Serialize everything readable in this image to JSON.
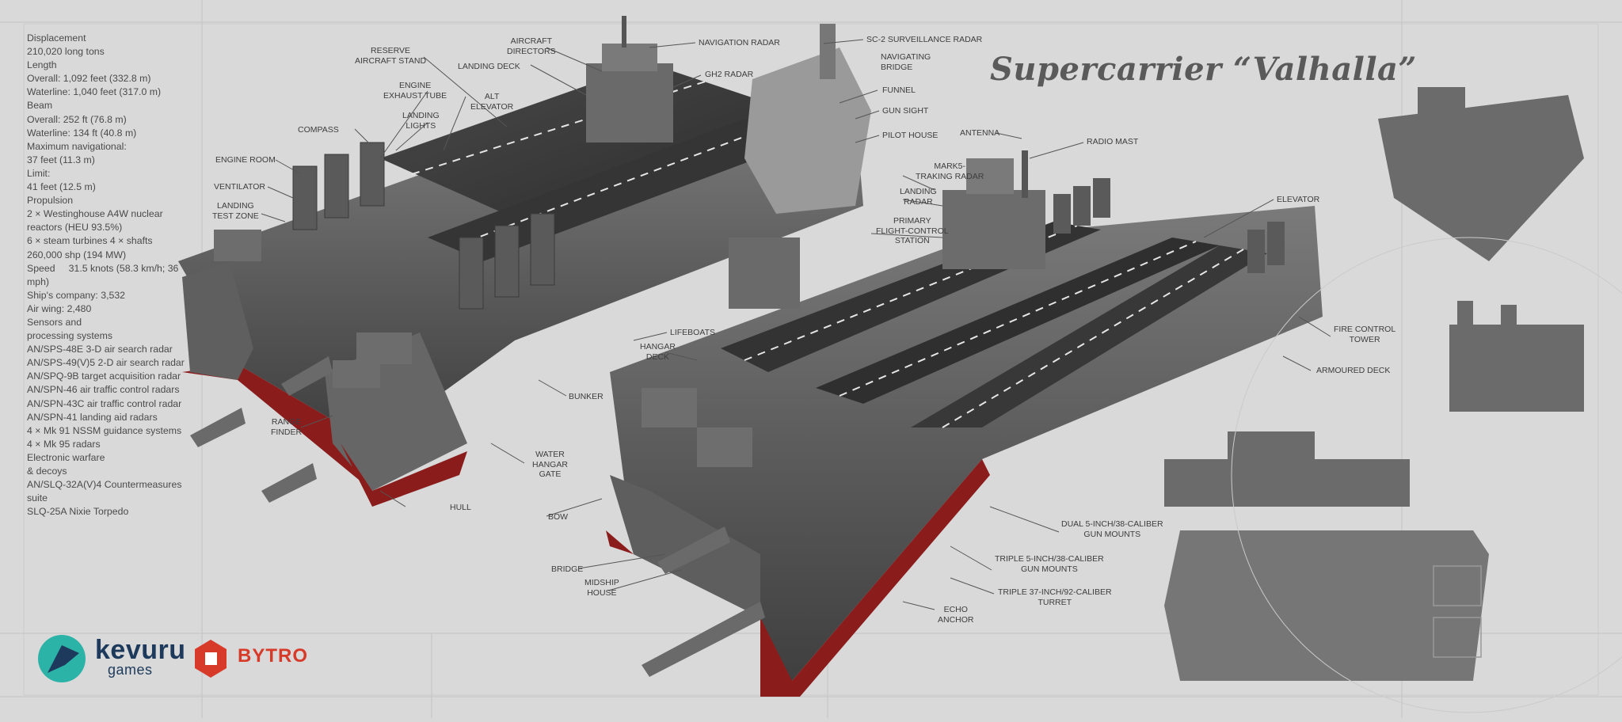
{
  "title": "Supercarrier “Valhalla”",
  "specs": [
    "Displacement",
    "210,020 long tons",
    "Length",
    "Overall: 1,092 feet (332.8 m)",
    "Waterline: 1,040 feet (317.0 m)",
    "Beam",
    "Overall: 252 ft (76.8 m)",
    "Waterline: 134 ft (40.8 m)",
    "Maximum navigational:",
    "37 feet (11.3 m)",
    "Limit:",
    "41 feet (12.5 m)",
    "Propulsion",
    "2 × Westinghouse A4W nuclear",
    "reactors (HEU 93.5%)",
    "6 × steam turbines 4 × shafts",
    "260,000 shp (194 MW)",
    "Speed     31.5 knots (58.3 km/h; 36",
    "mph)",
    "Ship's company: 3,532",
    "Air wing: 2,480",
    "Sensors and",
    "processing systems",
    "AN/SPS-48E 3-D air search radar",
    "AN/SPS-49(V)5 2-D air search radar",
    "AN/SPQ-9B target acquisition radar",
    "AN/SPN-46 air traffic control radars",
    "AN/SPN-43C air traffic control radar",
    "AN/SPN-41 landing aid radars",
    "4 × Mk 91 NSSM guidance systems",
    "4 × Mk 95 radars",
    "Electronic warfare",
    "& decoys",
    "AN/SLQ-32A(V)4 Countermeasures",
    "suite",
    "SLQ-25A Nixie Torpedo"
  ],
  "callouts": {
    "reserve_aircraft_stand": "RESERVE\nAIRCRAFT STAND",
    "aircraft_directors": "AIRCRAFT\nDIRECTORS",
    "landing_deck": "LANDING DECK",
    "navigation_radar": "NAVIGATION RADAR",
    "sc2_radar": "SC-2 SURVEILLANCE RADAR",
    "engine_exhaust_tube": "ENGINE\nEXHAUST TUBE",
    "alt_elevator": "ALT\nELEVATOR",
    "gh2_radar": "gH2 RADAR",
    "navigating_bridge": "NAVIGATING\nBRIDGE",
    "landing_lights": "LANDING\nLIGHTS",
    "funnel": "FUNNEL",
    "compass": "COMPASS",
    "gun_sight": "GUN SIGHT",
    "pilot_house": "PILOT HOUSE",
    "antenna": "ANTENNA",
    "radio_mast": "RADIO MAST",
    "engine_room": "ENGINE ROOM",
    "mark5_radar": "MARK5-\nTRAKING RADAR",
    "ventilator": "VENTILATOR",
    "landing_radar": "LANDING\nRADAR",
    "landing_test_zone": "LANDING\nTEST ZONE",
    "primary_flight_control": "PRIMARY\nFLIGHT-CONTROL\nSTATION",
    "elevator": "ELEVATOR",
    "lifeboats": "LIFEBOATS",
    "hangar_deck": "HANGAR\nDECK",
    "fire_control_tower": "FIRE CONTROL\nTOWER",
    "armoured_deck": "ARMOURED DECK",
    "bunker": "BUNKER",
    "range_finder": "RANGE\nFINDER",
    "water_hangar_gate": "WATER\nHANGAR\nGATE",
    "hull": "HULL",
    "bow": "BOW",
    "dual_gun_mounts": "DUAL 5-INCH/38-CALIBER\nGUN MOUNTS",
    "triple_gun_mounts": "TRIPLE 5-inch/38-caliber\nGUN MOUNTS",
    "triple_turret": "TRIPLE 37-inch/92-caliber\nTURRET",
    "bridge": "BRIDGE",
    "midship_house": "MIDSHIP\nHOUSE",
    "echo_anchor": "ECHO\nANCHOR"
  },
  "logos": {
    "kevuru": "kevuru",
    "kevuru_sub": "games",
    "bytro": "BYTRO"
  },
  "colors": {
    "background": "#d9d9d9",
    "hull": "#555555",
    "deck": "#3c3c3c",
    "waterline": "#8a1c1c",
    "kevuru_teal": "#2bb3a8",
    "kevuru_navy": "#1d3a5c",
    "bytro_red": "#d83a2a"
  }
}
